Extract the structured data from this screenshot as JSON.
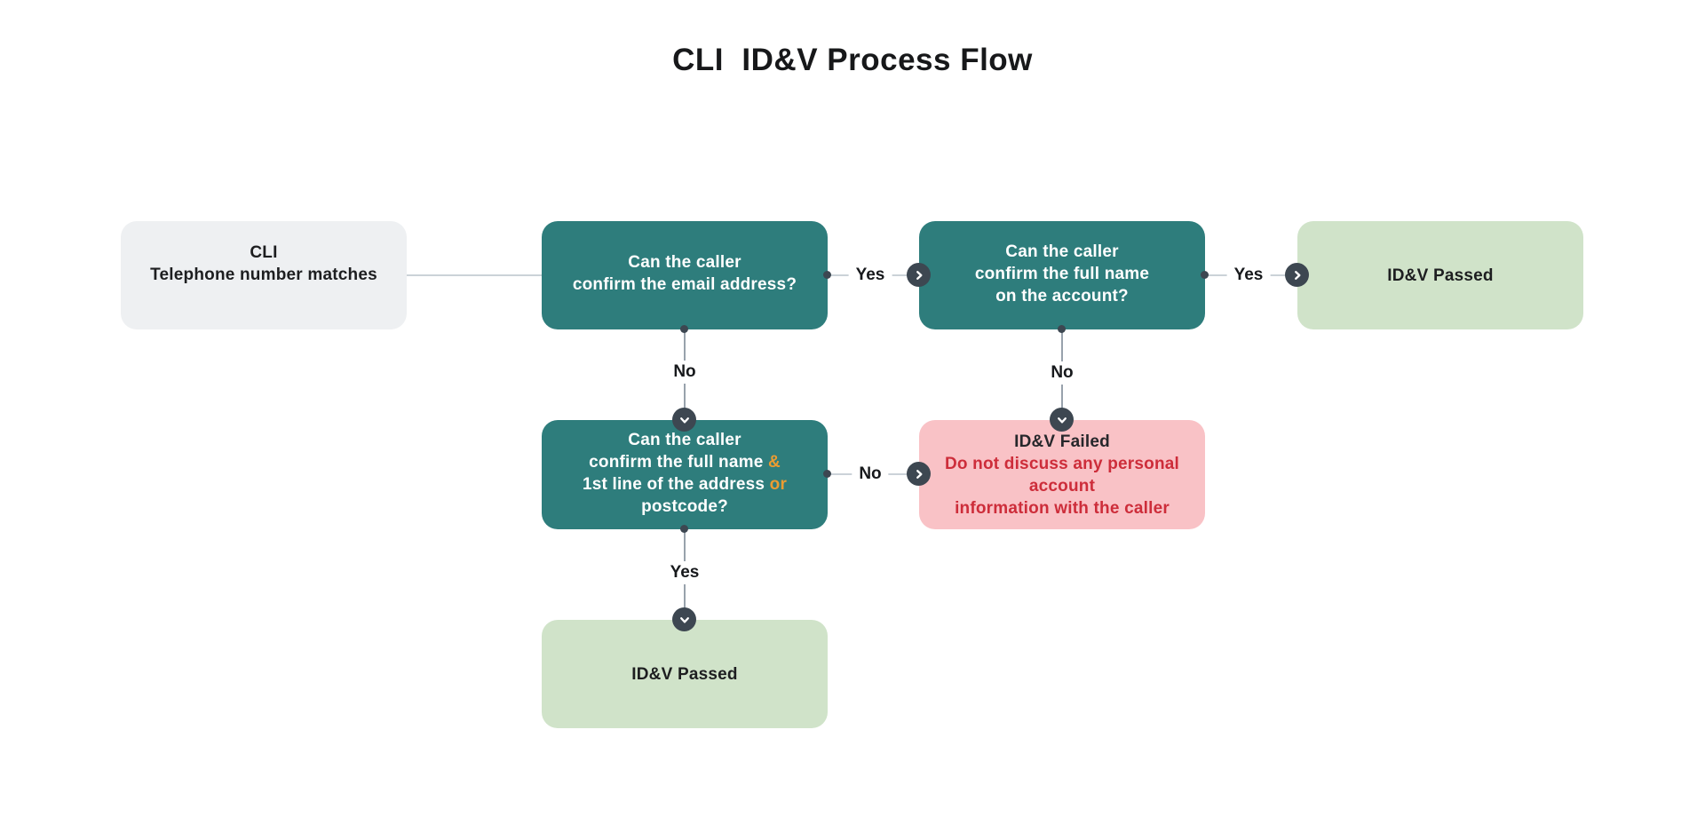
{
  "title": "CLI  ID&V Process Flow",
  "colors": {
    "question_box_teal": "#2E7D7C",
    "pass_box_green": "#D0E3C9",
    "fail_box_pink": "#F9C2C6",
    "neutral_box_gray": "#EEF0F2",
    "connector_badge_slate": "#3D4751",
    "highlight_orange": "#EB9C31",
    "fail_text_red": "#CD2D3A"
  },
  "nodes": {
    "cli": {
      "line1": "CLI",
      "line2": "Telephone number matches"
    },
    "email": {
      "line1": "Can the caller",
      "line2": "confirm the email address?"
    },
    "full_name": {
      "line1": "Can the caller",
      "line2": "confirm the full name",
      "line3": "on the account?"
    },
    "passed_right": {
      "label": "ID&V Passed"
    },
    "name_address": {
      "line1": "Can the caller",
      "line2_text": "confirm the full name ",
      "line2_amp": "&",
      "line3_text": "1st line of the address ",
      "line3_or": "or",
      "line3_end": " postcode?"
    },
    "failed": {
      "title": "ID&V Failed",
      "warning_line1": "Do not discuss any personal account",
      "warning_line2": "information with the caller"
    },
    "passed_bottom": {
      "label": "ID&V Passed"
    }
  },
  "edges": {
    "email_yes": "Yes",
    "email_no": "No",
    "full_name_yes": "Yes",
    "full_name_no": "No",
    "name_address_no": "No",
    "name_address_yes": "Yes"
  },
  "icons": {
    "chevron_right": "›",
    "chevron_down": "⌄"
  }
}
